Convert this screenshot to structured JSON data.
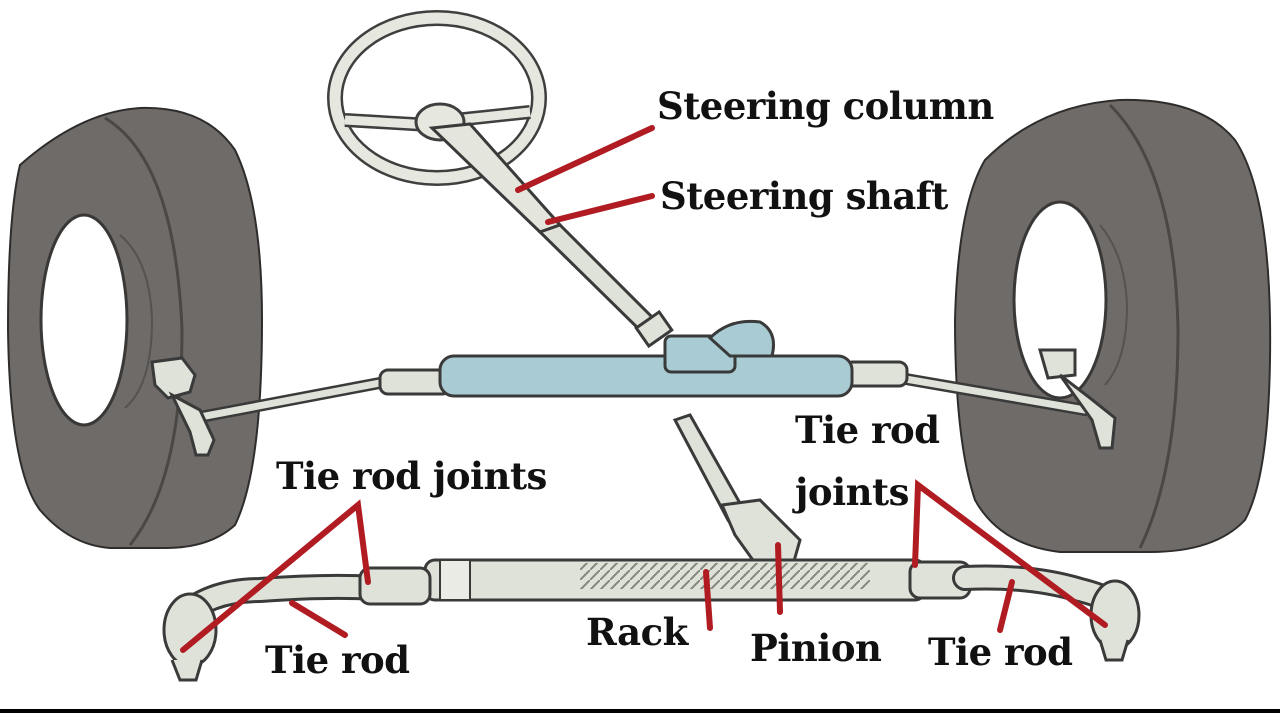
{
  "labels": {
    "steering_column": "Steering column",
    "steering_shaft": "Steering shaft",
    "tie_rod_joints_left": "Tie rod joints",
    "tie_rod_joints_right_line1": "Tie rod",
    "tie_rod_joints_right_line2": "joints",
    "tie_rod_left": "Tie rod",
    "tie_rod_right": "Tie rod",
    "rack": "Rack",
    "pinion": "Pinion"
  },
  "colors": {
    "leader_line": "#b01c22",
    "tire": "#6e6b69",
    "tire_dark": "#4f4c4a",
    "rack_housing": "#a9ccd4",
    "metal": "#dfe2d8",
    "outline": "#3a3a3a",
    "bottom_border": "#000000"
  }
}
